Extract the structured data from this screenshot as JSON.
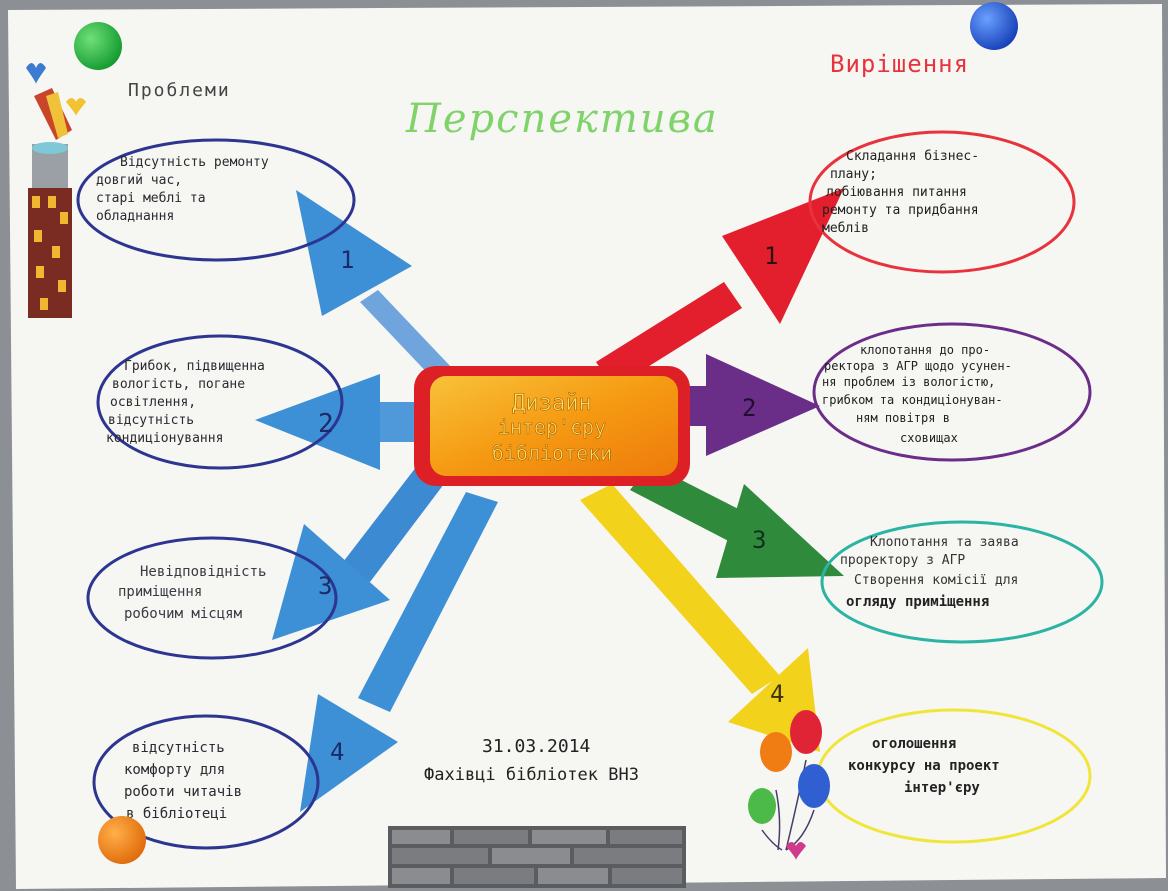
{
  "titles": {
    "problems": "Проблеми",
    "solutions": "Вирішення",
    "perspective": "Перспектива"
  },
  "center": {
    "line1": "Дизайн",
    "line2": "інтер'єру",
    "line3": "бібліотеки"
  },
  "problems": [
    {
      "number": "1",
      "lines": [
        "Відсутність ремонту",
        "довгий час,",
        "старі меблі та",
        "обладнання"
      ]
    },
    {
      "number": "2",
      "lines": [
        "Грибок, підвищенна",
        "вологість, погане",
        "освітлення,",
        "відсутність",
        "кондиціонування"
      ]
    },
    {
      "number": "3",
      "lines": [
        "Невідповідність",
        "приміщення",
        "робочим місцям"
      ]
    },
    {
      "number": "4",
      "lines": [
        "відсутність",
        "комфорту для",
        "роботи читачів",
        "в бібліотеці"
      ]
    }
  ],
  "solutions": [
    {
      "number": "1",
      "lines": [
        "Складання бізнес-",
        "плану;",
        "лобіювання питання",
        "ремонту та придбання",
        "меблів"
      ]
    },
    {
      "number": "2",
      "lines": [
        "клопотання до про-",
        "ректора з АГР щодо усунен-",
        "ня проблем із вологістю,",
        "грибком та кондиціонуван-",
        "ням повітря в",
        "сховищах"
      ]
    },
    {
      "number": "3",
      "lines": [
        "Клопотання та заява",
        "проректору з АГР",
        "Створення комісії для",
        "огляду приміщення"
      ]
    },
    {
      "number": "4",
      "lines": [
        "оголошення",
        "конкурсу на проект",
        "інтер'єру"
      ]
    }
  ],
  "footer": {
    "date": "31.03.2014",
    "authors": "Фахівці бібліотек ВНЗ"
  },
  "colors": {
    "paper": "#f6f6f3",
    "problems_arrows": "#3d8fd6",
    "problems_ovals": "#2c3590",
    "solution_1": "#e31f2e",
    "solution_2": "#6a2d88",
    "solution_3": "#2f8a3c",
    "solution_4": "#f3d21c",
    "center_fill": "#f39a12",
    "center_border": "#dd1f26",
    "perspective_text": "#7fd36a",
    "solutions_text": "#e8323c"
  },
  "icons": {
    "magnets": [
      "green-magnet-icon",
      "blue-magnet-icon",
      "orange-magnet-icon"
    ],
    "decorations": [
      "tower-decoration",
      "balloons-decoration",
      "brick-wall-decoration"
    ]
  }
}
